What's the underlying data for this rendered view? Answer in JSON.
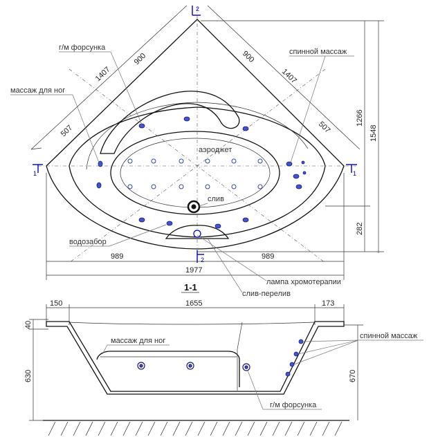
{
  "plan": {
    "dims": {
      "d1407_left": "1407",
      "d900_left": "900",
      "d507_left": "507",
      "d900_right": "900",
      "d1407_right": "1407",
      "d507_right": "507",
      "d1266": "1266",
      "d1548": "1548",
      "d282": "282",
      "d989_left": "989",
      "d989_right": "989",
      "d1977": "1977"
    },
    "labels": {
      "gm_nozzle": "г/м форсунка",
      "foot_massage": "массаж для ног",
      "back_massage": "спинной массаж",
      "aero_jet": "аэроджет",
      "drain": "слив",
      "water_intake": "водозабор",
      "chromo_lamp": "лампа хромотерапии",
      "overflow_drain": "слив-перелив"
    },
    "markers": {
      "top": "2",
      "left": "1",
      "right": "1",
      "bottom": "2"
    }
  },
  "section": {
    "title": "1-1",
    "dims": {
      "d150": "150",
      "d1655": "1655",
      "d173": "173",
      "d40": "40",
      "d630": "630",
      "d670": "670"
    },
    "labels": {
      "foot_massage": "массаж для ног",
      "back_massage": "спинной массаж",
      "gm_nozzle": "г/м форсунка"
    }
  }
}
